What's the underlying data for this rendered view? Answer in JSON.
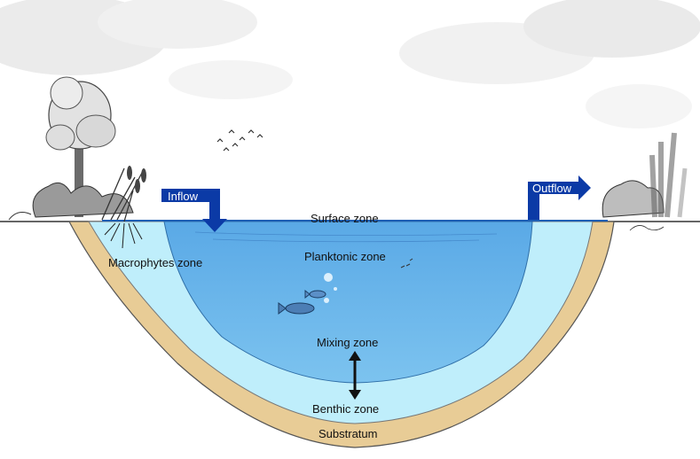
{
  "labels": {
    "inflow": "Inflow",
    "outflow": "Outflow",
    "surface_zone": "Surface  zone",
    "macrophytes_zone": "Macrophytes zone",
    "planktonic_zone": "Planktonic zone",
    "mixing_zone": "Mixing zone",
    "benthic_zone": "Benthic zone",
    "substratum": "Substratum"
  },
  "colors": {
    "substratum": "#e8cc96",
    "benthic_water": "#bfeefb",
    "open_water": "#6ab8ec",
    "arrow_blue": "#0b3aa6",
    "sky_cloud": "#d4d4d4"
  },
  "icons": {
    "inflow_arrow": "arrow-bend-down-icon",
    "outflow_arrow": "arrow-bend-right-icon",
    "mixing_arrow": "double-arrow-vertical-icon"
  }
}
